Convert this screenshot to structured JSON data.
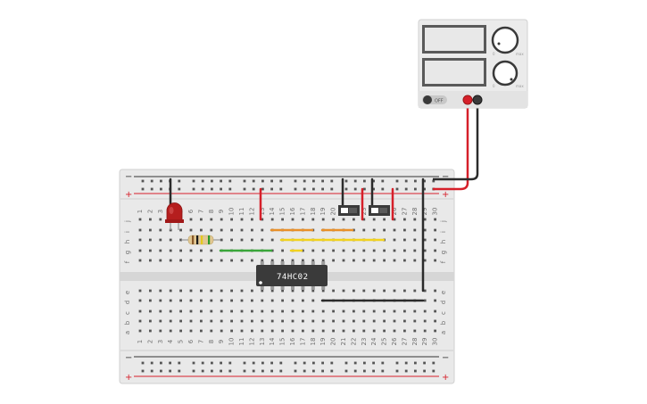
{
  "breadboard": {
    "columns": [
      "1",
      "2",
      "3",
      "4",
      "5",
      "6",
      "7",
      "8",
      "9",
      "10",
      "11",
      "12",
      "13",
      "14",
      "15",
      "16",
      "17",
      "18",
      "19",
      "20",
      "21",
      "22",
      "23",
      "24",
      "25",
      "26",
      "27",
      "28",
      "29",
      "30"
    ],
    "rows_top": [
      "j",
      "i",
      "h",
      "g",
      "f"
    ],
    "rows_bottom": [
      "e",
      "d",
      "c",
      "b",
      "a"
    ],
    "rail_minus": "−",
    "rail_plus": "+"
  },
  "chip": {
    "label": "74HC02"
  },
  "power_supply": {
    "toggle_label": "OFF",
    "knob1_marks": [
      "0",
      "max"
    ],
    "knob2_marks": [
      "0",
      "max"
    ]
  },
  "colors": {
    "wire_red": "#d6202a",
    "wire_black": "#2b2b2b",
    "wire_orange": "#e8902a",
    "wire_yellow": "#f2d21e",
    "wire_green": "#3aa63a",
    "board": "#e6e6e6",
    "chip": "#3a3a3a",
    "led": "#b51e1e"
  }
}
